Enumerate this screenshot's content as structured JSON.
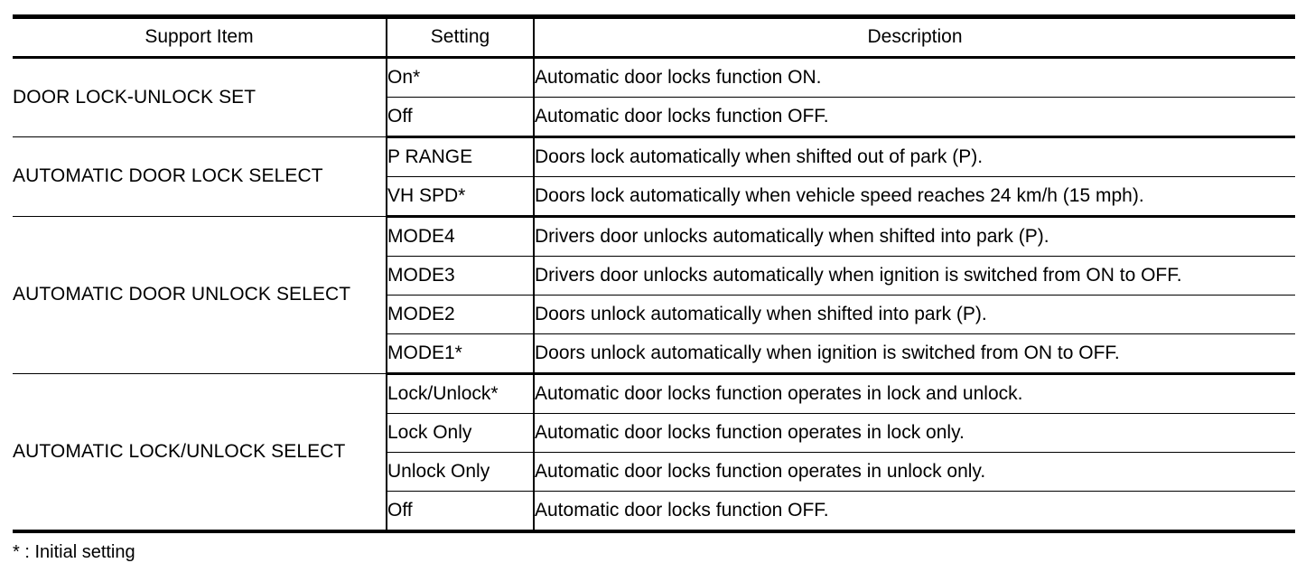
{
  "table": {
    "columns": [
      "Support Item",
      "Setting",
      "Description"
    ],
    "groups": [
      {
        "item": "DOOR LOCK-UNLOCK SET",
        "rows": [
          {
            "setting": "On*",
            "description": "Automatic door locks function ON."
          },
          {
            "setting": "Off",
            "description": "Automatic door locks function OFF."
          }
        ]
      },
      {
        "item": "AUTOMATIC DOOR LOCK SELECT",
        "rows": [
          {
            "setting": "P RANGE",
            "description": "Doors lock automatically when shifted out of park (P)."
          },
          {
            "setting": "VH SPD*",
            "description": "Doors lock automatically when vehicle speed reaches 24 km/h (15 mph)."
          }
        ]
      },
      {
        "item": "AUTOMATIC DOOR UNLOCK SELECT",
        "rows": [
          {
            "setting": "MODE4",
            "description": "Drivers door unlocks automatically when shifted into park (P)."
          },
          {
            "setting": "MODE3",
            "description": "Drivers door unlocks automatically when ignition is switched from ON to OFF."
          },
          {
            "setting": "MODE2",
            "description": "Doors unlock automatically when shifted into park (P)."
          },
          {
            "setting": "MODE1*",
            "description": "Doors unlock automatically when ignition is switched from ON to OFF."
          }
        ]
      },
      {
        "item": "AUTOMATIC LOCK/UNLOCK SELECT",
        "rows": [
          {
            "setting": "Lock/Unlock*",
            "description": "Automatic door locks function operates in lock and unlock."
          },
          {
            "setting": "Lock Only",
            "description": "Automatic door locks function operates in lock only."
          },
          {
            "setting": "Unlock Only",
            "description": "Automatic door locks function operates in unlock only."
          },
          {
            "setting": "Off",
            "description": "Automatic door locks function OFF."
          }
        ]
      }
    ]
  },
  "footnote": "* : Initial setting"
}
